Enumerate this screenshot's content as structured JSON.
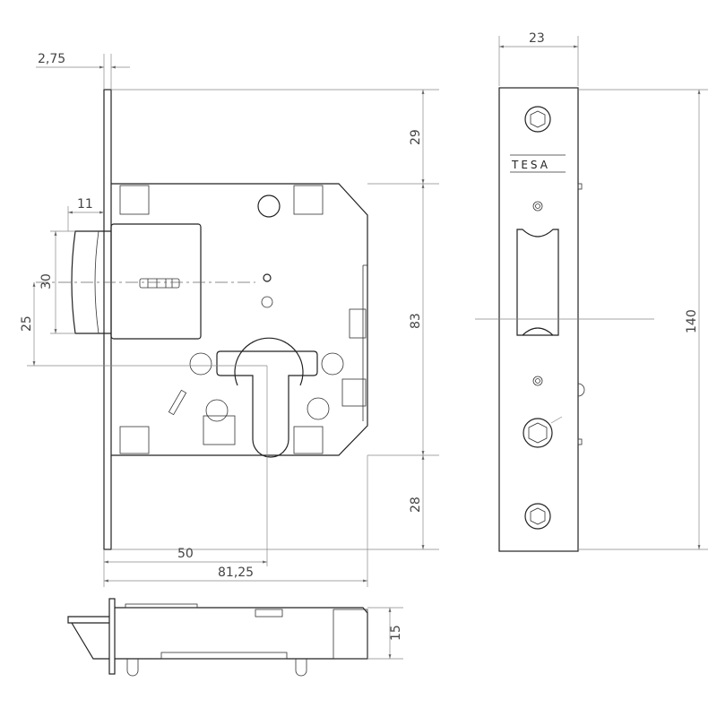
{
  "drawing": {
    "logo": "TESA",
    "dimensions": {
      "faceplate_thickness": "2,75",
      "bolt_throw": "11",
      "bolt_height": "30",
      "bolt_to_cylinder": "25",
      "top_offset": "29",
      "body_height": "83",
      "bottom_offset": "28",
      "backset": "50",
      "body_depth": "81,25",
      "faceplate_width": "23",
      "faceplate_height": "140",
      "body_thickness": "15"
    }
  }
}
